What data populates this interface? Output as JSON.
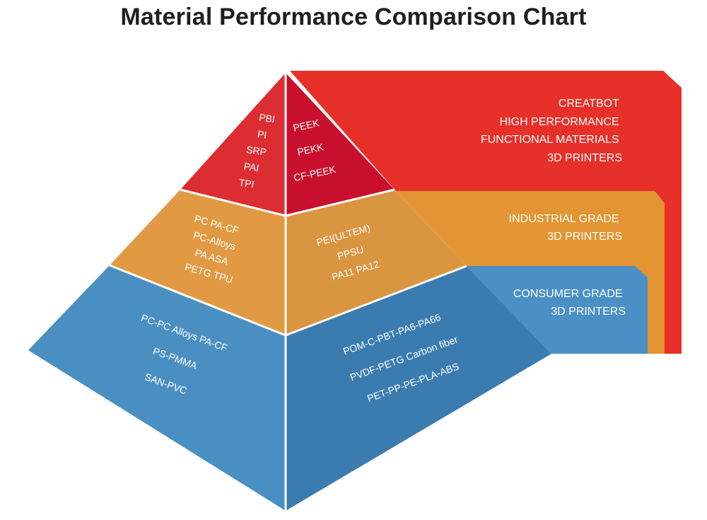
{
  "title": "Material Performance Comparison Chart",
  "colors": {
    "top": "#e8302a",
    "top_left_face": "#dc2e32",
    "top_right_face": "#c8102e",
    "middle": "#e39433",
    "middle_left_face": "#e19a43",
    "middle_right_face": "#d9953f",
    "bottom": "#4a90c4",
    "bottom_left_face": "#4a8fc2",
    "bottom_right_face": "#3b7cb0"
  },
  "bands": {
    "top": [
      "CREATBOT",
      "HIGH PERFORMANCE",
      "FUNCTIONAL MATERIALS",
      "3D PRINTERS"
    ],
    "middle": [
      "INDUSTRIAL GRADE",
      "3D PRINTERS"
    ],
    "bottom": [
      "CONSUMER GRADE",
      "3D PRINTERS"
    ]
  },
  "faces": {
    "top_left": [
      "PBI",
      "PI",
      "SRP",
      "PAI",
      "TPI"
    ],
    "top_right": [
      "PEEK",
      "PEKK",
      "CF-PEEK"
    ],
    "middle_left": [
      "PC PA-CF",
      "PC-Alloys",
      "PA ASA",
      "PETG TPU"
    ],
    "middle_right": [
      "PEI(ULTEM)",
      "PPSU",
      "PA11  PA12"
    ],
    "bottom_left": [
      "PC-PC Alloys PA-CF",
      "PS-PMMA",
      "SAN-PVC"
    ],
    "bottom_right": [
      "POM-C-PBT-PA6-PA66",
      "PVDF-PETG Carbon fiber",
      "PET-PP-PE-PLA-ABS"
    ]
  }
}
